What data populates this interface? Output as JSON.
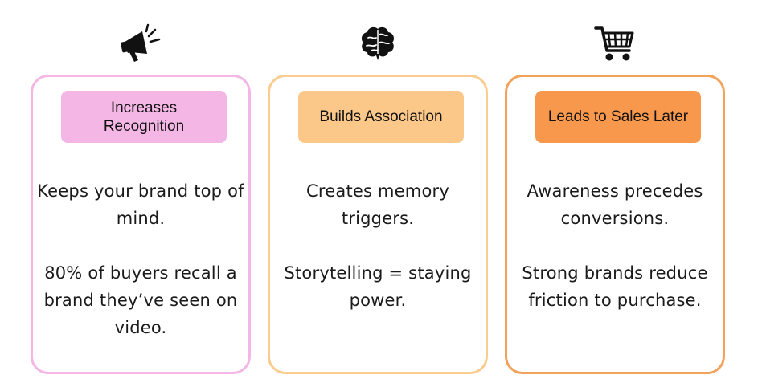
{
  "cards": [
    {
      "icon": "megaphone-icon",
      "title": "Increases Recognition",
      "paragraphs": [
        "Keeps your brand top of mind.",
        "80% of buyers recall a brand they’ve seen on video."
      ],
      "border_color": "#f4b7e5",
      "badge_color": "#f4b7e5"
    },
    {
      "icon": "brain-icon",
      "title": "Builds Association",
      "paragraphs": [
        "Creates memory triggers.",
        "Storytelling = staying power."
      ],
      "border_color": "#f9cd90",
      "badge_color": "#fcc88a"
    },
    {
      "icon": "shopping-cart-icon",
      "title": "Leads to Sales Later",
      "paragraphs": [
        "Awareness precedes conversions.",
        "Strong brands reduce friction to purchase."
      ],
      "border_color": "#f2a25b",
      "badge_color": "#f7984c"
    }
  ]
}
